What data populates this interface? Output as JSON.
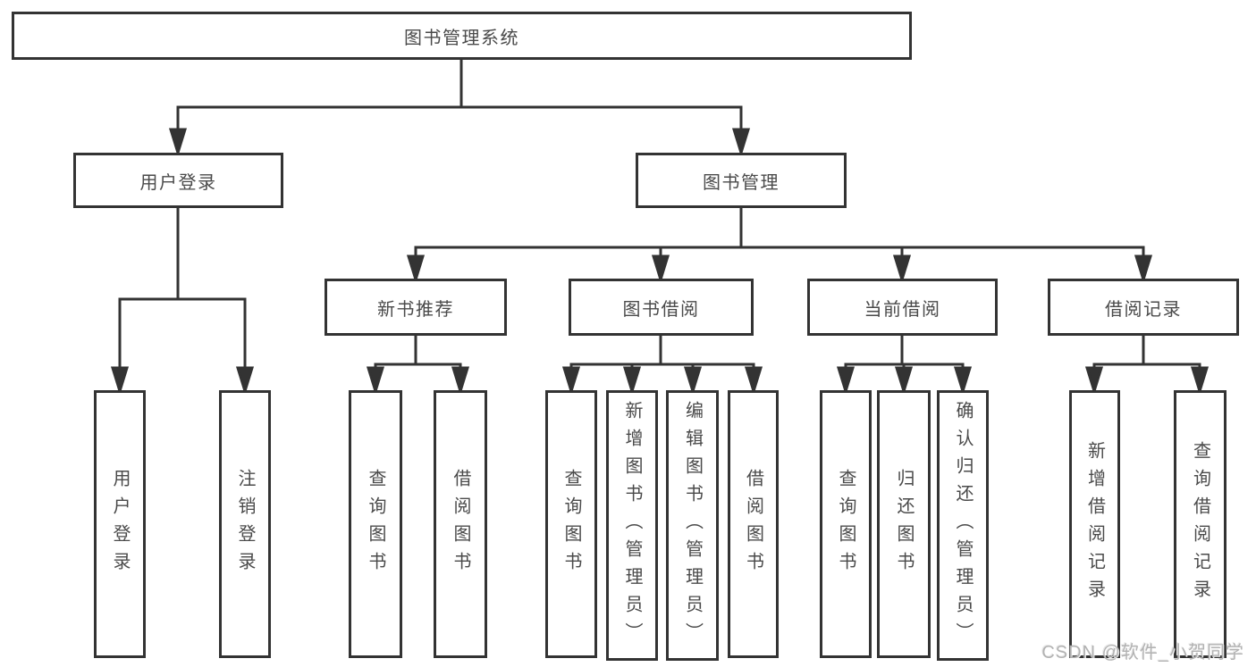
{
  "tree": {
    "label": "图书管理系统",
    "children": [
      {
        "label": "用户登录",
        "children": [
          {
            "label": "用户登录"
          },
          {
            "label": "注销登录"
          }
        ]
      },
      {
        "label": "图书管理",
        "children": [
          {
            "label": "新书推荐",
            "children": [
              {
                "label": "查询图书"
              },
              {
                "label": "借阅图书"
              }
            ]
          },
          {
            "label": "图书借阅",
            "children": [
              {
                "label": "查询图书"
              },
              {
                "label": "新增图书（管理员）"
              },
              {
                "label": "编辑图书（管理员）"
              },
              {
                "label": "借阅图书"
              }
            ]
          },
          {
            "label": "当前借阅",
            "children": [
              {
                "label": "查询图书"
              },
              {
                "label": "归还图书"
              },
              {
                "label": "确认归还（管理员）"
              }
            ]
          },
          {
            "label": "借阅记录",
            "children": [
              {
                "label": "新增借阅记录"
              },
              {
                "label": "查询借阅记录"
              }
            ]
          }
        ]
      }
    ]
  },
  "watermark": {
    "text": "CSDN @软件_小贺同学"
  },
  "colors": {
    "line": "#333333",
    "box_border": "#333333",
    "text": "#4a4a4a",
    "background": "#ffffff",
    "watermark": "#b2b2b2"
  }
}
